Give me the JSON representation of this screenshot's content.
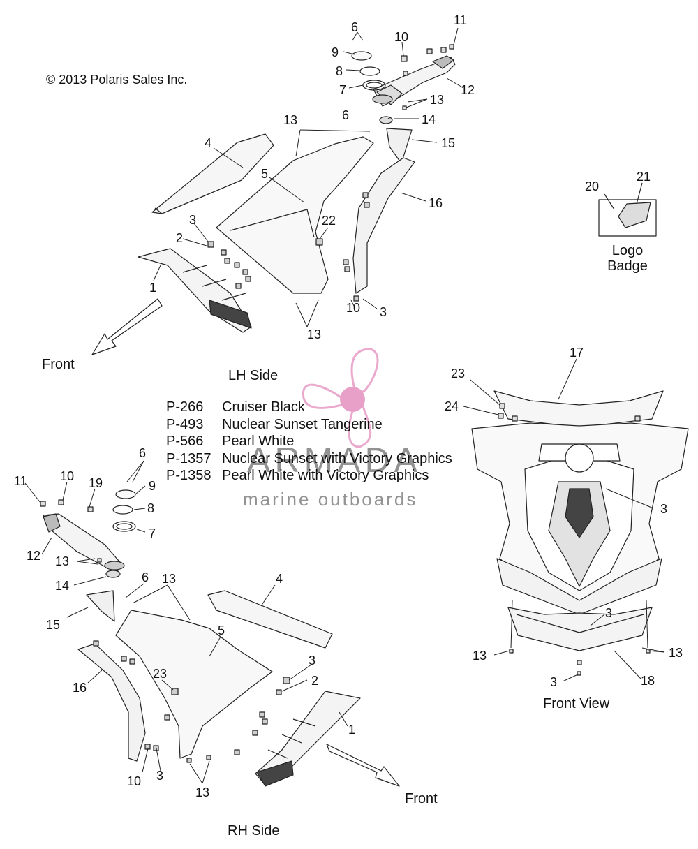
{
  "copyright": "© 2013 Polaris Sales Inc.",
  "views": {
    "lh_side": "LH Side",
    "rh_side": "RH Side",
    "front_view": "Front View",
    "front_lh": "Front",
    "front_rh": "Front"
  },
  "logo_badge": {
    "line1": "Logo",
    "line2": "Badge"
  },
  "paint_codes": [
    {
      "code": "P-266",
      "name": "Cruiser Black"
    },
    {
      "code": "P-493",
      "name": "Nuclear Sunset Tangerine"
    },
    {
      "code": "P-566",
      "name": "Pearl White"
    },
    {
      "code": "P-1357",
      "name": "Nuclear Sunset with Victory Graphics"
    },
    {
      "code": "P-1358",
      "name": "Pearl White with Victory Graphics"
    }
  ],
  "watermark": {
    "brand": "ARMADA",
    "tagline": "marine outboards",
    "color": "#e8a0c8"
  },
  "callouts": {
    "lh": [
      "6",
      "11",
      "9",
      "10",
      "8",
      "7",
      "12",
      "13",
      "6",
      "14",
      "13",
      "15",
      "4",
      "5",
      "16",
      "22",
      "3",
      "2",
      "1",
      "3",
      "10",
      "13"
    ],
    "badge": [
      "20",
      "21"
    ],
    "front": [
      "17",
      "23",
      "24",
      "3",
      "3",
      "13",
      "13",
      "3",
      "18"
    ],
    "rh": [
      "6",
      "11",
      "10",
      "19",
      "9",
      "8",
      "7",
      "12",
      "13",
      "14",
      "6",
      "13",
      "4",
      "5",
      "15",
      "16",
      "23",
      "3",
      "2",
      "1",
      "10",
      "3",
      "13"
    ]
  }
}
